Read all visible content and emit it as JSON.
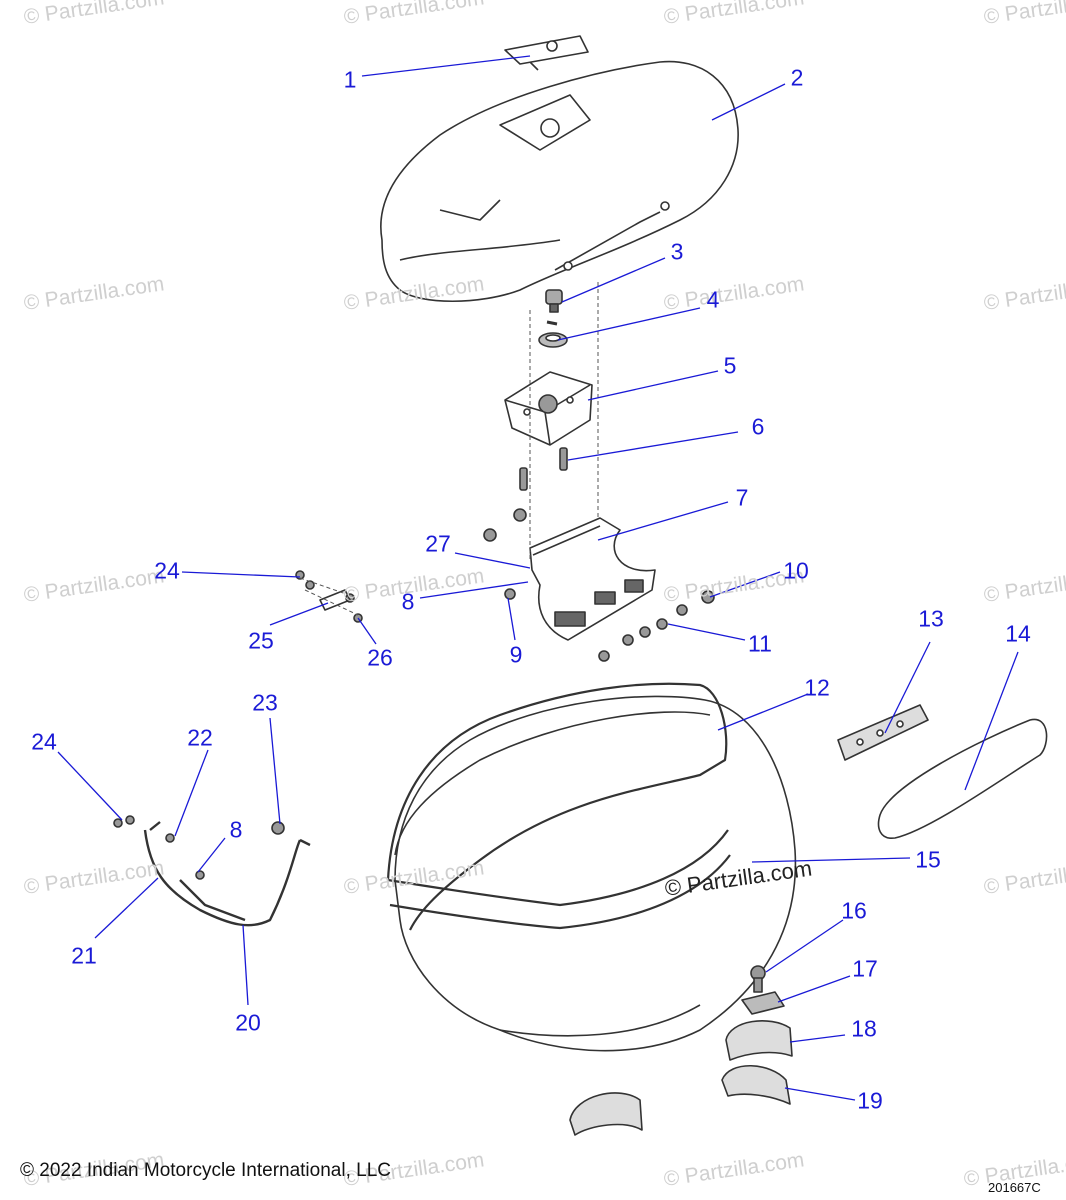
{
  "callouts": [
    "1",
    "2",
    "3",
    "4",
    "5",
    "6",
    "7",
    "8",
    "9",
    "10",
    "11",
    "12",
    "13",
    "14",
    "15",
    "16",
    "17",
    "18",
    "19",
    "20",
    "21",
    "22",
    "23",
    "24",
    "25",
    "26",
    "27"
  ],
  "callouts_extra": {
    "8b": "8",
    "24b": "24"
  },
  "watermark_text": "© Partzilla.com",
  "center_watermark_text": "© Partzilla.com",
  "footer": {
    "copyright": "© 2022 Indian Motorcycle International, LLC",
    "code": "201667C"
  },
  "colors": {
    "callout": "#1a1ad6",
    "leader": "#1a1ad6",
    "part_stroke": "#333333",
    "watermark": "#cfcfcf"
  }
}
